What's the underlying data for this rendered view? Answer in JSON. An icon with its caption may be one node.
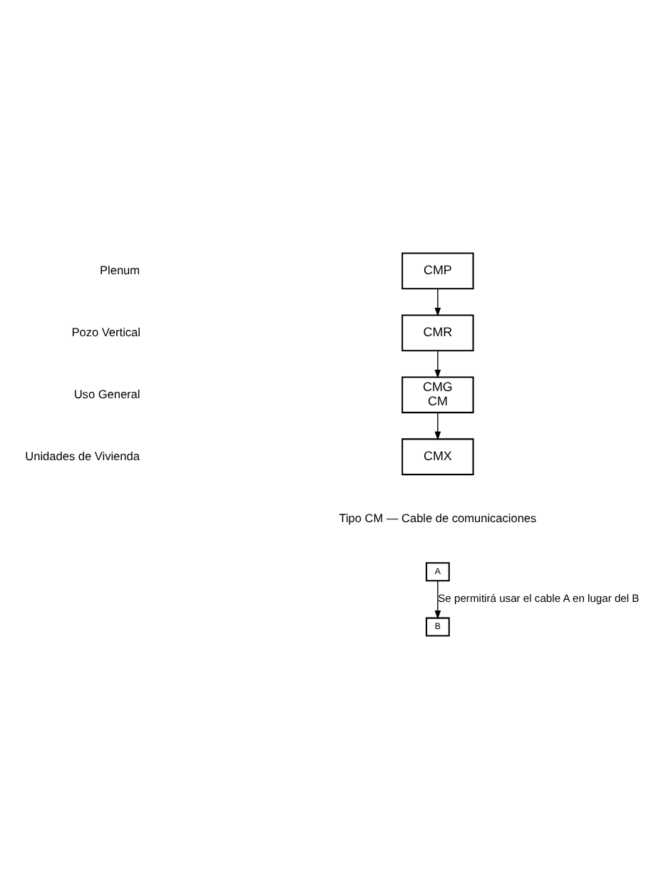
{
  "diagram": {
    "nodes": [
      {
        "text": [
          "CMP"
        ]
      },
      {
        "text": [
          "CMR"
        ]
      },
      {
        "text": [
          "CMG",
          "CM"
        ]
      },
      {
        "text": [
          "CMX"
        ]
      },
      {
        "text": [
          "A"
        ]
      },
      {
        "text": [
          "B"
        ]
      }
    ],
    "edges": [
      {
        "from": 0,
        "to": 1,
        "arrow": "to"
      },
      {
        "from": 1,
        "to": 2,
        "arrow": "to"
      },
      {
        "from": 2,
        "to": 3,
        "arrow": "to"
      },
      {
        "from": 4,
        "to": 5,
        "arrow": "to",
        "label": "Se permitirá usar el cable A en lugar del B"
      }
    ],
    "labels": [
      "Plenum",
      "Pozo Vertical",
      "Uso General",
      "Unidades de Vivienda",
      "Tipo CM — Cable de comunicaciones"
    ]
  }
}
